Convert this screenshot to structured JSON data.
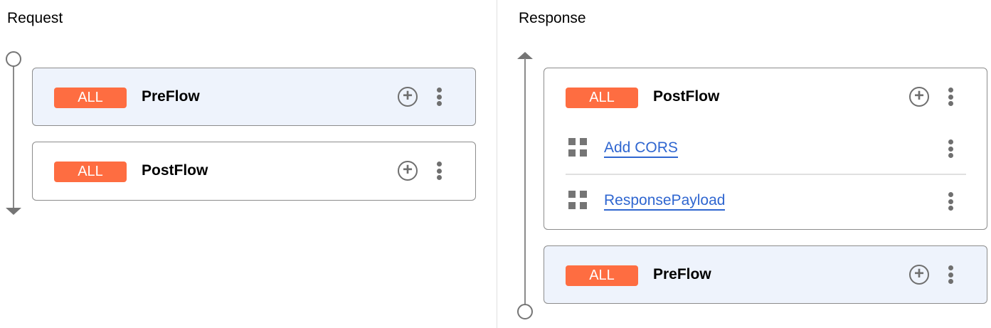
{
  "request": {
    "title": "Request",
    "flows": [
      {
        "badge": "ALL",
        "name": "PreFlow",
        "selected": true
      },
      {
        "badge": "ALL",
        "name": "PostFlow",
        "selected": false
      }
    ]
  },
  "response": {
    "title": "Response",
    "flows": [
      {
        "badge": "ALL",
        "name": "PostFlow",
        "selected": false,
        "steps": [
          "Add CORS",
          "ResponsePayload"
        ]
      },
      {
        "badge": "ALL",
        "name": "PreFlow",
        "selected": true
      }
    ]
  },
  "colors": {
    "badge": "#fe6d41",
    "link": "#2f66d0",
    "selected_bg": "#eef3fc"
  }
}
